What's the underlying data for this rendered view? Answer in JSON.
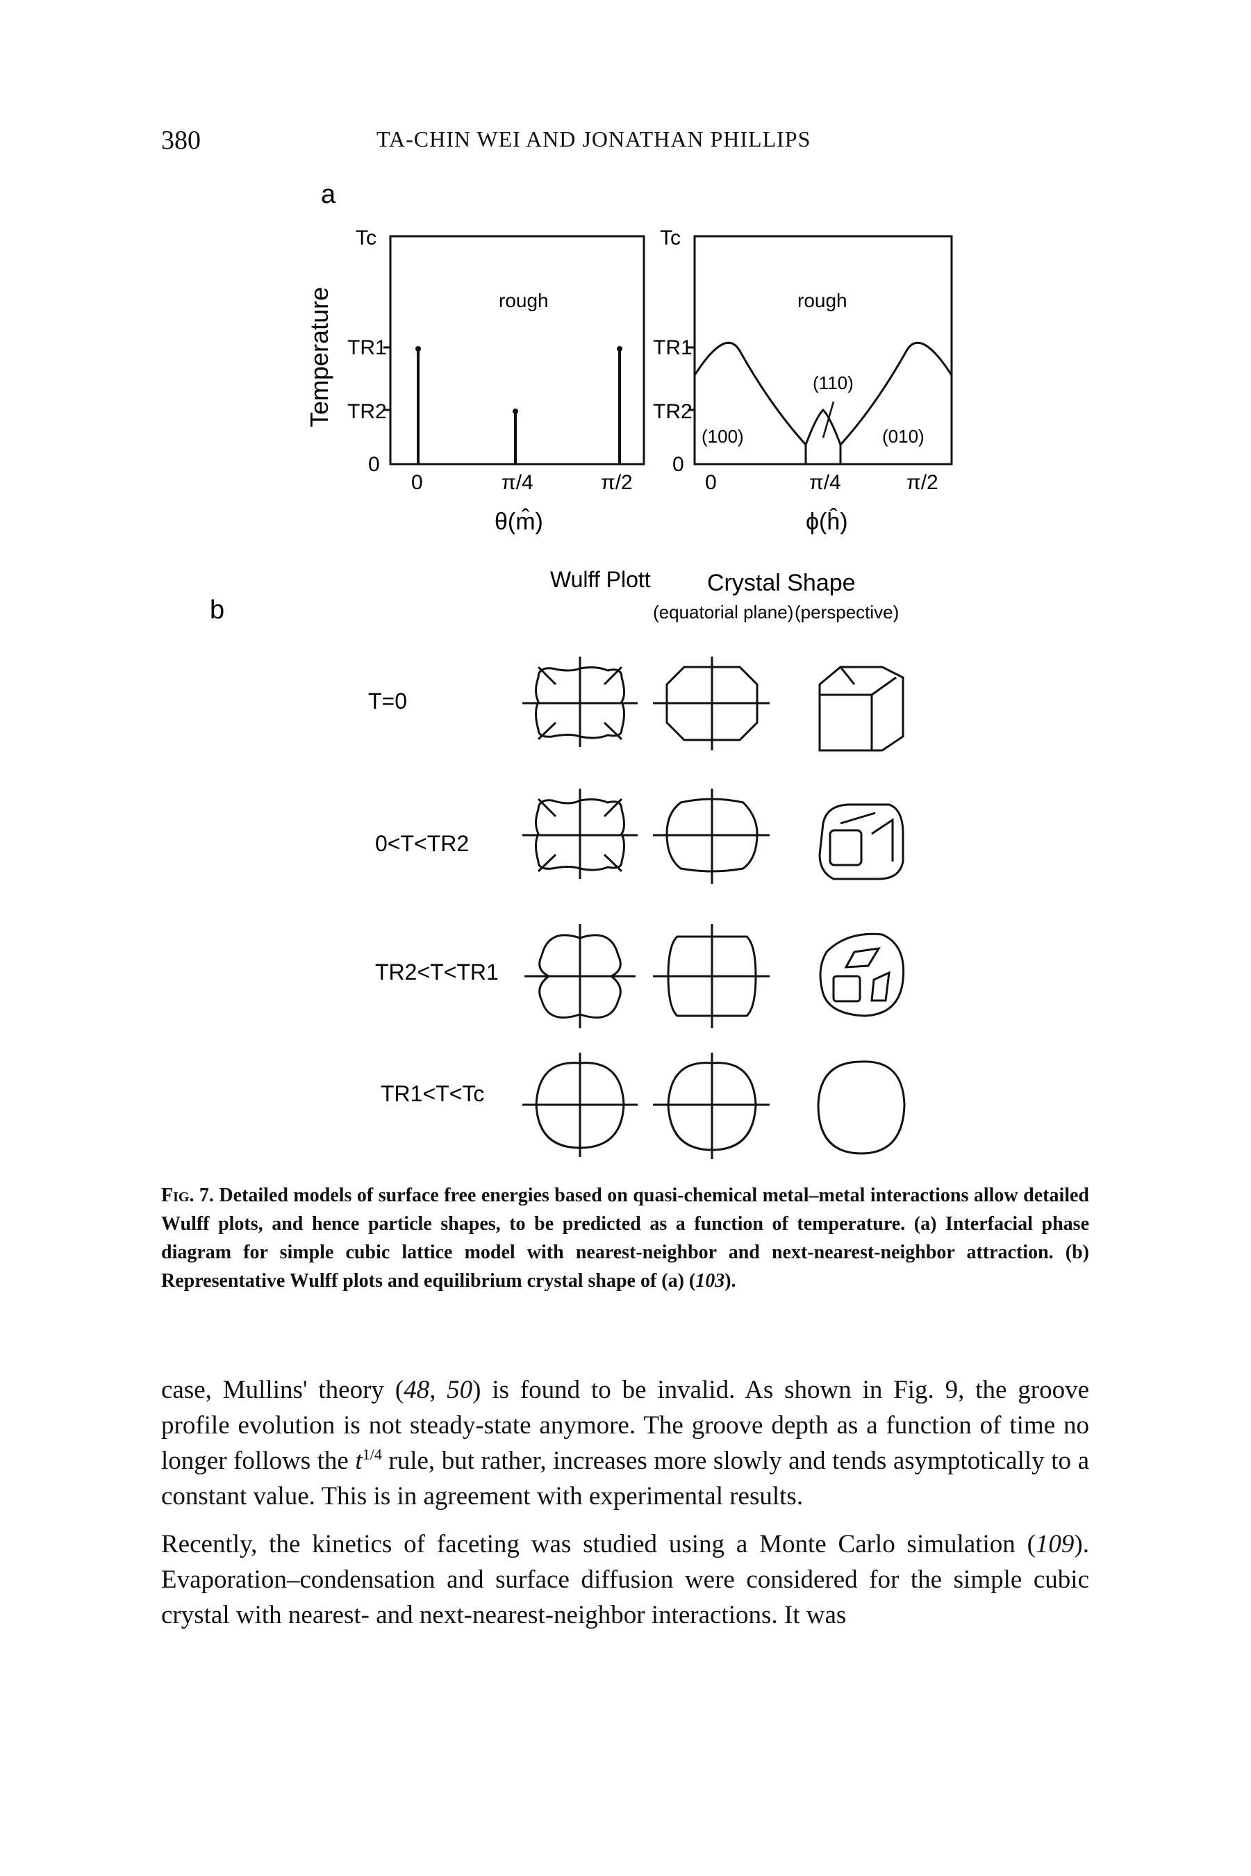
{
  "header": {
    "page_number": "380",
    "running_head": "TA-CHIN WEI AND JONATHAN PHILLIPS"
  },
  "figure": {
    "panel_a": {
      "label": "a",
      "y_axis_title": "Temperature",
      "left_plot": {
        "y_ticks": [
          "Tc",
          "TR1",
          "TR2",
          "0"
        ],
        "x_ticks": [
          "0",
          "π/4",
          "π/2"
        ],
        "x_label": "θ(m̂)",
        "region_label": "rough"
      },
      "right_plot": {
        "y_ticks": [
          "Tc",
          "TR1",
          "TR2",
          "0"
        ],
        "x_ticks": [
          "0",
          "π/4",
          "π/2"
        ],
        "x_label": "ϕ(ĥ)",
        "region_label": "rough",
        "facet_labels": [
          "(100)",
          "(110)",
          "(010)"
        ]
      }
    },
    "panel_b": {
      "label": "b",
      "column_headers": {
        "wulff": "Wulff Plott",
        "crystal_shape": "Crystal Shape",
        "equatorial": "(equatorial plane)",
        "perspective": "(perspective)"
      },
      "row_labels": [
        "T=0",
        "0<T<TR2",
        "TR2<T<TR1",
        "TR1<T<Tc"
      ]
    }
  },
  "caption": {
    "fig_label": "Fig. 7.",
    "text": "Detailed models of surface free energies based on quasi-chemical metal–metal interactions allow detailed Wulff plots, and hence particle shapes, to be predicted as a function of temperature. (a) Interfacial phase diagram for simple cubic lattice model with nearest-neighbor and next-nearest-neighbor attraction. (b) Representative Wulff plots and equilibrium crystal shape of (a) (",
    "ref": "103",
    "end": ")."
  },
  "body": {
    "p1_a": "case, Mullins' theory (",
    "p1_ref": "48, 50",
    "p1_b": ") is found to be invalid. As shown in Fig. 9, the groove profile evolution is not steady-state anymore. The groove depth as a function of time no longer follows the ",
    "p1_t": "t",
    "p1_exp": "1/4",
    "p1_c": " rule, but rather, increases more slowly and tends asymptotically to a constant value. This is in agreement with experimental results.",
    "p2_a": "Recently, the kinetics of faceting was studied using a Monte Carlo simulation (",
    "p2_ref": "109",
    "p2_b": "). Evaporation–condensation and surface diffusion were considered for the simple cubic crystal with nearest- and next-nearest-neighbor interactions. It was"
  }
}
